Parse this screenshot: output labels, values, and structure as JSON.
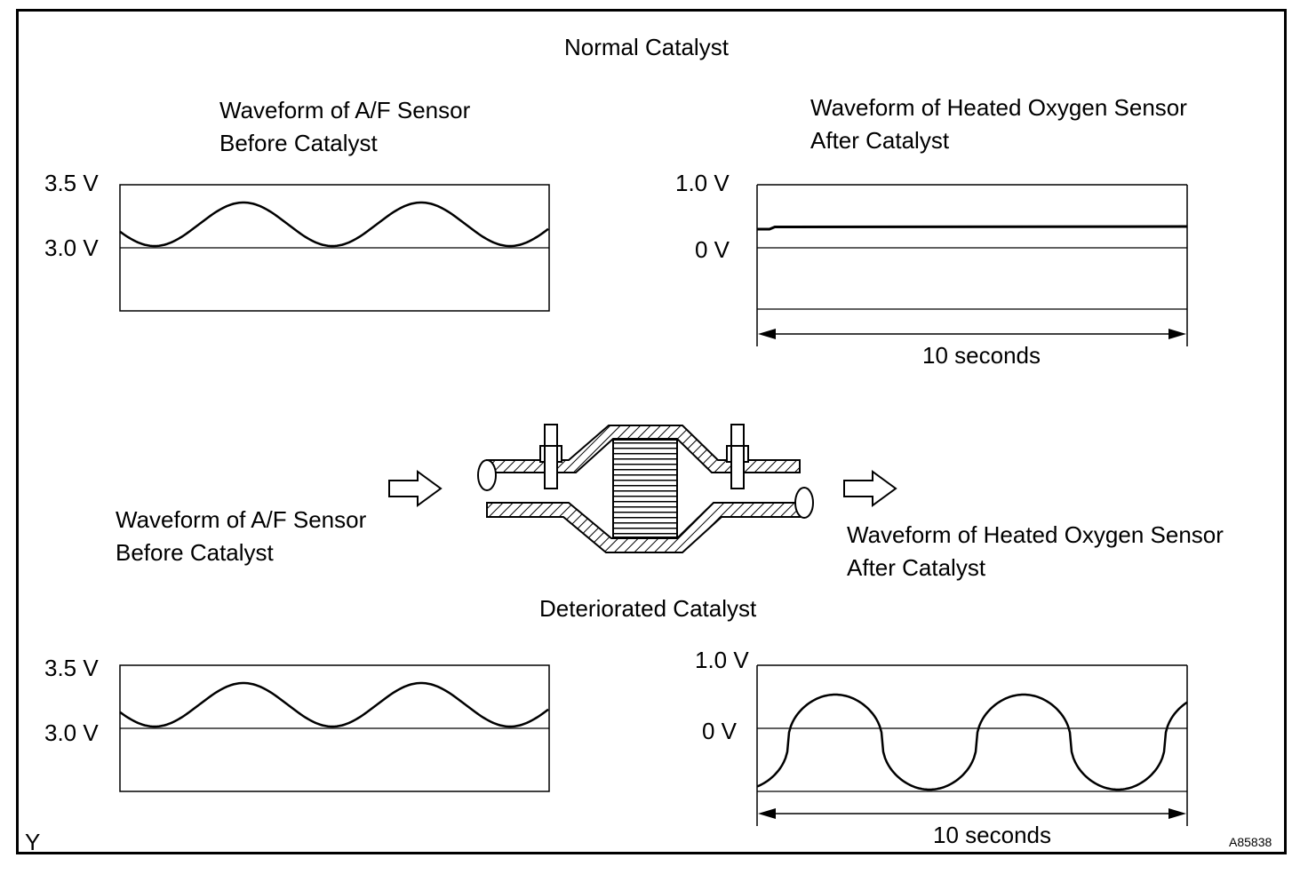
{
  "colors": {
    "ink": "#000000",
    "paper": "#ffffff"
  },
  "headings": {
    "normal": "Normal Catalyst",
    "deteriorated": "Deteriorated Catalyst"
  },
  "normal": {
    "af_title_line1": "Waveform of A/F Sensor",
    "af_title_line2": "Before Catalyst",
    "af_y_top": "3.5 V",
    "af_y_ref": "3.0 V",
    "o2_title_line1": "Waveform of Heated Oxygen Sensor",
    "o2_title_line2": "After Catalyst",
    "o2_y_top": "1.0 V",
    "o2_y_ref": "0 V",
    "duration": "10 seconds"
  },
  "middle": {
    "af_label_line1": "Waveform of A/F Sensor",
    "af_label_line2": "Before Catalyst",
    "o2_label_line1": "Waveform of Heated Oxygen Sensor",
    "o2_label_line2": "After Catalyst"
  },
  "deteriorated": {
    "af_y_top": "3.5 V",
    "af_y_ref": "3.0 V",
    "o2_y_top": "1.0 V",
    "o2_y_ref": "0 V",
    "duration": "10 seconds"
  },
  "footer": {
    "corner_mark": "Y",
    "figure_code": "A85838"
  }
}
